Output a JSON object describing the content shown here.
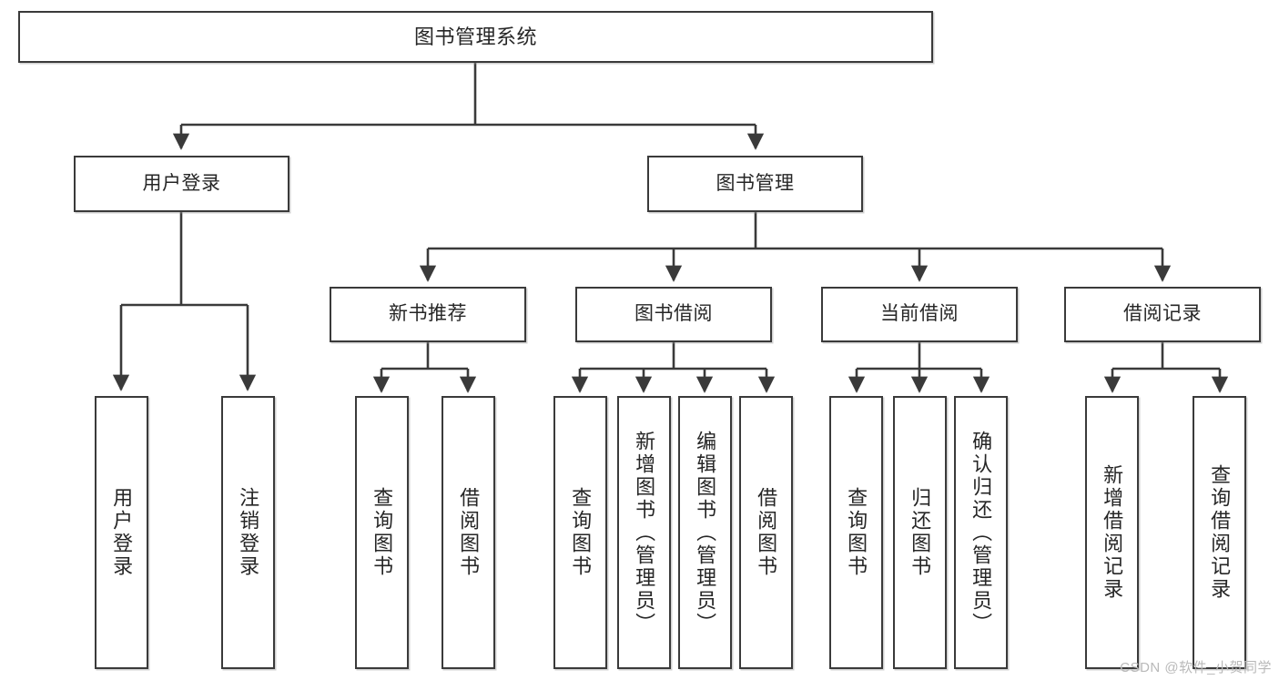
{
  "diagram": {
    "title": "图书管理系统",
    "type": "hierarchy-tree",
    "line_color": "#3a3a3a",
    "box_fill": "#ffffff",
    "text_color": "#262626",
    "levels": 4,
    "nodes": {
      "root": {
        "label": "图书管理系统"
      },
      "level2": [
        {
          "label": "用户登录"
        },
        {
          "label": "图书管理"
        }
      ],
      "level3": [
        {
          "label": "新书推荐"
        },
        {
          "label": "图书借阅"
        },
        {
          "label": "当前借阅"
        },
        {
          "label": "借阅记录"
        }
      ],
      "login_children": [
        {
          "label": "用户登录"
        },
        {
          "label": "注销登录"
        }
      ],
      "newbook_children": [
        {
          "label": "查询图书"
        },
        {
          "label": "借阅图书"
        }
      ],
      "borrow_children": [
        {
          "label": "查询图书"
        },
        {
          "label": "新增图书（管理员）"
        },
        {
          "label": "编辑图书（管理员）"
        },
        {
          "label": "借阅图书"
        }
      ],
      "current_children": [
        {
          "label": "查询图书"
        },
        {
          "label": "归还图书"
        },
        {
          "label": "确认归还（管理员）"
        }
      ],
      "record_children": [
        {
          "label": "新增借阅记录"
        },
        {
          "label": "查询借阅记录"
        }
      ]
    }
  },
  "watermark": {
    "text": "CSDN @软件_小贺同学",
    "color": "#b9b9b9"
  }
}
